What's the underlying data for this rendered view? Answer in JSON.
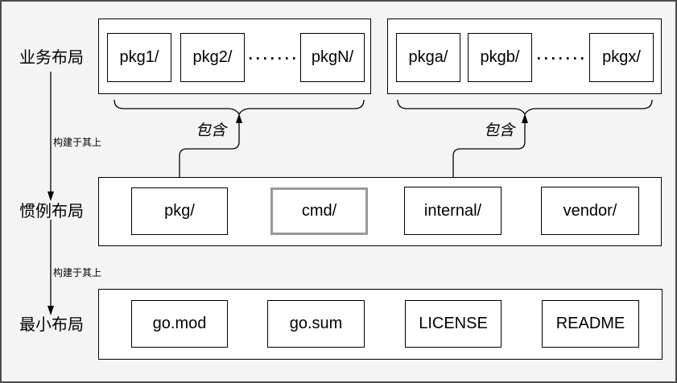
{
  "colors": {
    "background": "#f4f4f4",
    "frame": "#4d4d4d",
    "box_border": "#000000",
    "cmd_box_border": "#999999",
    "text": "#000000"
  },
  "left_axis": {
    "row_labels": [
      "业务布局",
      "惯例布局",
      "最小布局"
    ],
    "build_on_label": "构建于其上"
  },
  "contains_label": "包含",
  "business_layer": {
    "group_left": {
      "items": [
        "pkg1/",
        "pkg2/",
        "pkgN/"
      ],
      "separator": "dotted-ellipsis"
    },
    "group_right": {
      "items": [
        "pkga/",
        "pkgb/",
        "pkgx/"
      ],
      "separator": "dotted-ellipsis"
    }
  },
  "convention_layer": {
    "items": [
      "pkg/",
      "cmd/",
      "internal/",
      "vendor/"
    ]
  },
  "minimal_layer": {
    "items": [
      "go.mod",
      "go.sum",
      "LICENSE",
      "README"
    ]
  }
}
